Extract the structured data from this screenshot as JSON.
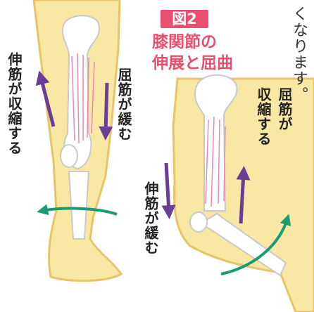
{
  "figure": {
    "badge": "図2",
    "caption_line1": "膝関節の",
    "caption_line2": "伸展と屈曲",
    "corner_text": "くなります。"
  },
  "straight_leg": {
    "extensor_label": "伸筋が収縮する",
    "flexor_label": "屈筋が緩む"
  },
  "bent_leg": {
    "flexor_label_line1": "屈筋が",
    "flexor_label_line2": "収縮する",
    "extensor_label": "伸筋が緩む"
  },
  "colors": {
    "accent": "#e8506e",
    "skin": "#f9e7a4",
    "skin_outline": "#e7c468",
    "bone": "#ffffff",
    "muscle_lines": "#e98ab0",
    "muscle_arrow": "#6a3d96",
    "rotation_arrow": "#1a9b73"
  }
}
